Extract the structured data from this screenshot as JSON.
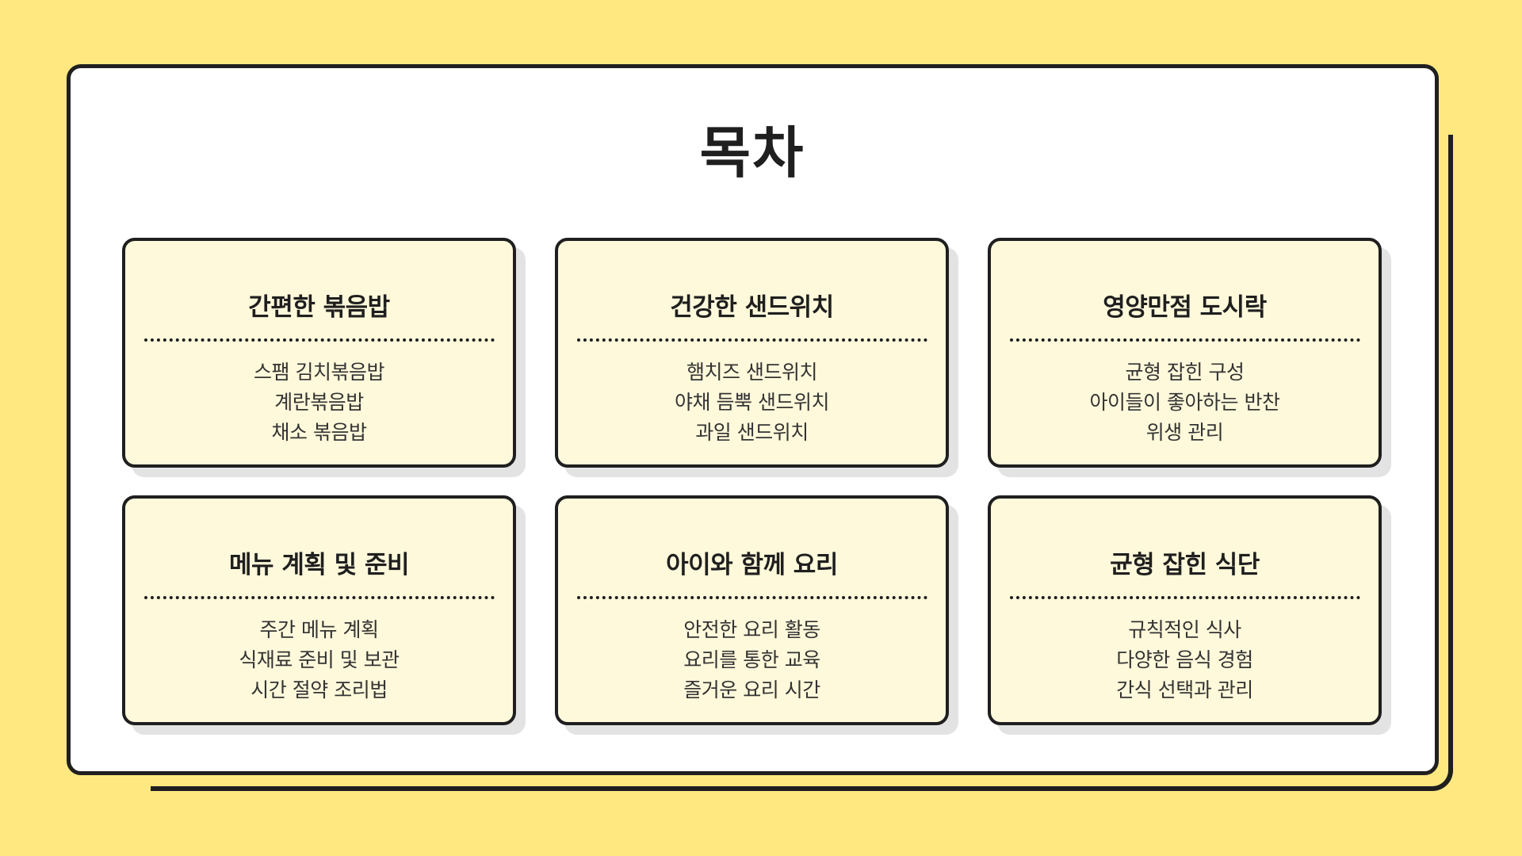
{
  "colors": {
    "background": "#FFE880",
    "panel": "#FFFFFF",
    "card": "#FFF9DB",
    "outline": "#1F1F1F"
  },
  "title": "목차",
  "cards": [
    {
      "title": "간편한 볶음밥",
      "items": [
        "스팸 김치볶음밥",
        "계란볶음밥",
        "채소 볶음밥"
      ]
    },
    {
      "title": "건강한 샌드위치",
      "items": [
        "햄치즈 샌드위치",
        "야채 듬뿍 샌드위치",
        "과일 샌드위치"
      ]
    },
    {
      "title": "영양만점 도시락",
      "items": [
        "균형 잡힌 구성",
        "아이들이 좋아하는 반찬",
        "위생 관리"
      ]
    },
    {
      "title": "메뉴 계획 및 준비",
      "items": [
        "주간 메뉴 계획",
        "식재료 준비 및 보관",
        "시간 절약 조리법"
      ]
    },
    {
      "title": "아이와 함께 요리",
      "items": [
        "안전한 요리 활동",
        "요리를 통한 교육",
        "즐거운 요리 시간"
      ]
    },
    {
      "title": "균형 잡힌 식단",
      "items": [
        "규칙적인 식사",
        "다양한 음식 경험",
        "간식 선택과 관리"
      ]
    }
  ]
}
